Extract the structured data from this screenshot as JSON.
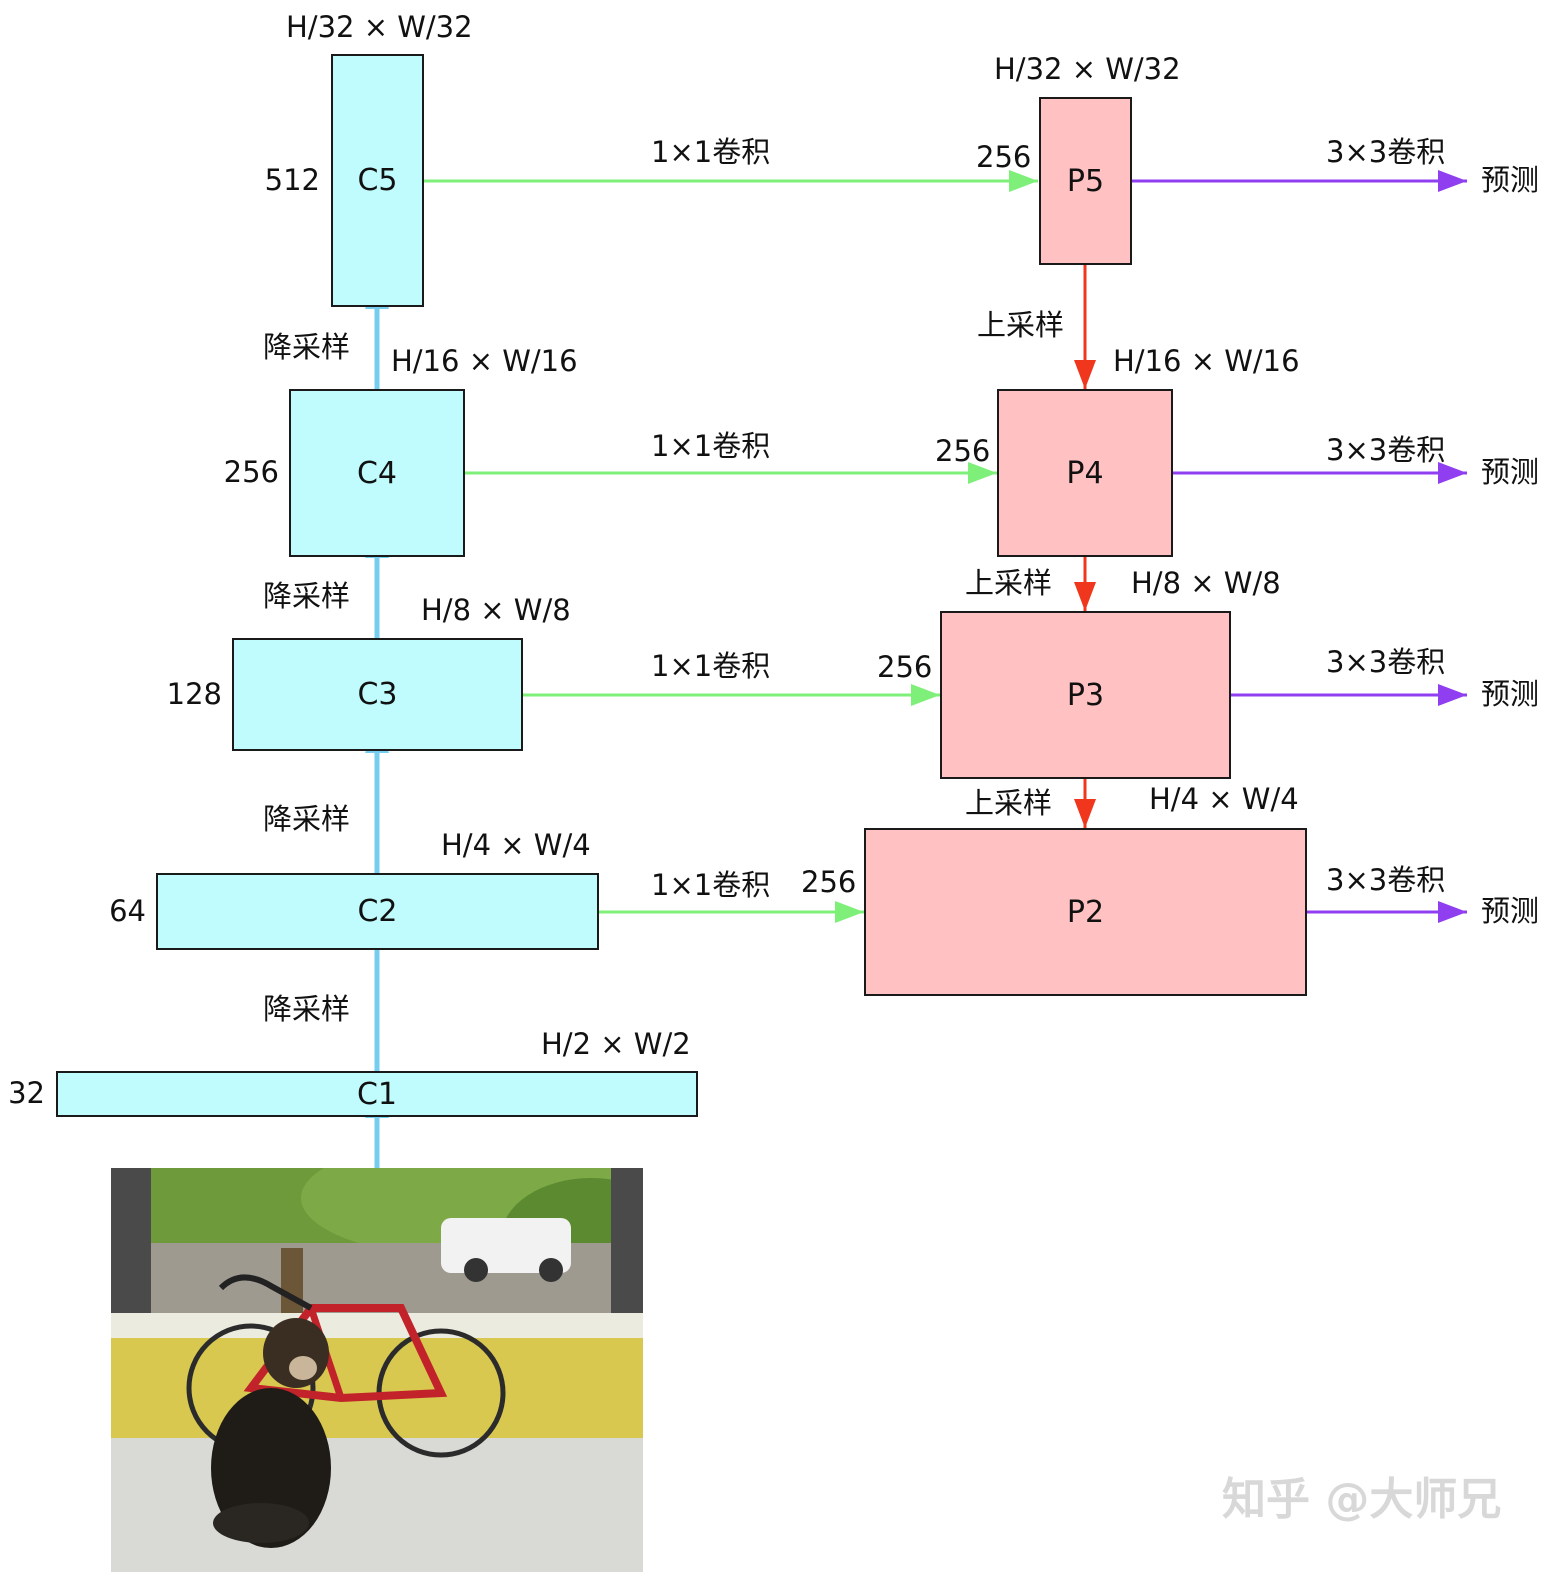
{
  "backbone": [
    {
      "id": "c1",
      "label": "C1",
      "channels": "32",
      "size": "H/2 × W/2"
    },
    {
      "id": "c2",
      "label": "C2",
      "channels": "64",
      "size": "H/4 × W/4"
    },
    {
      "id": "c3",
      "label": "C3",
      "channels": "128",
      "size": "H/8 × W/8"
    },
    {
      "id": "c4",
      "label": "C4",
      "channels": "256",
      "size": "H/16 × W/16"
    },
    {
      "id": "c5",
      "label": "C5",
      "channels": "512",
      "size": "H/32 × W/32"
    }
  ],
  "pyramid": [
    {
      "id": "p2",
      "label": "P2",
      "channels": "256",
      "size": "H/4 × W/4"
    },
    {
      "id": "p3",
      "label": "P3",
      "channels": "256",
      "size": "H/8 × W/8"
    },
    {
      "id": "p4",
      "label": "P4",
      "channels": "256",
      "size": "H/16 × W/16"
    },
    {
      "id": "p5",
      "label": "P5",
      "channels": "256",
      "size": "H/32 × W/32"
    }
  ],
  "ops": {
    "downsample": "降采样",
    "upsample": "上采样",
    "lateral_conv": "1×1卷积",
    "output_conv": "3×3卷积",
    "predict": "预测"
  },
  "colors": {
    "backbone_fill": "#c0fcfd",
    "pyramid_fill": "#ffc1c1",
    "downsample_arrow": "#75cdf0",
    "lateral_arrow": "#7ef07a",
    "upsample_arrow": "#f0361c",
    "output_arrow": "#8f3ef0"
  },
  "watermark": "知乎 @大师兄"
}
